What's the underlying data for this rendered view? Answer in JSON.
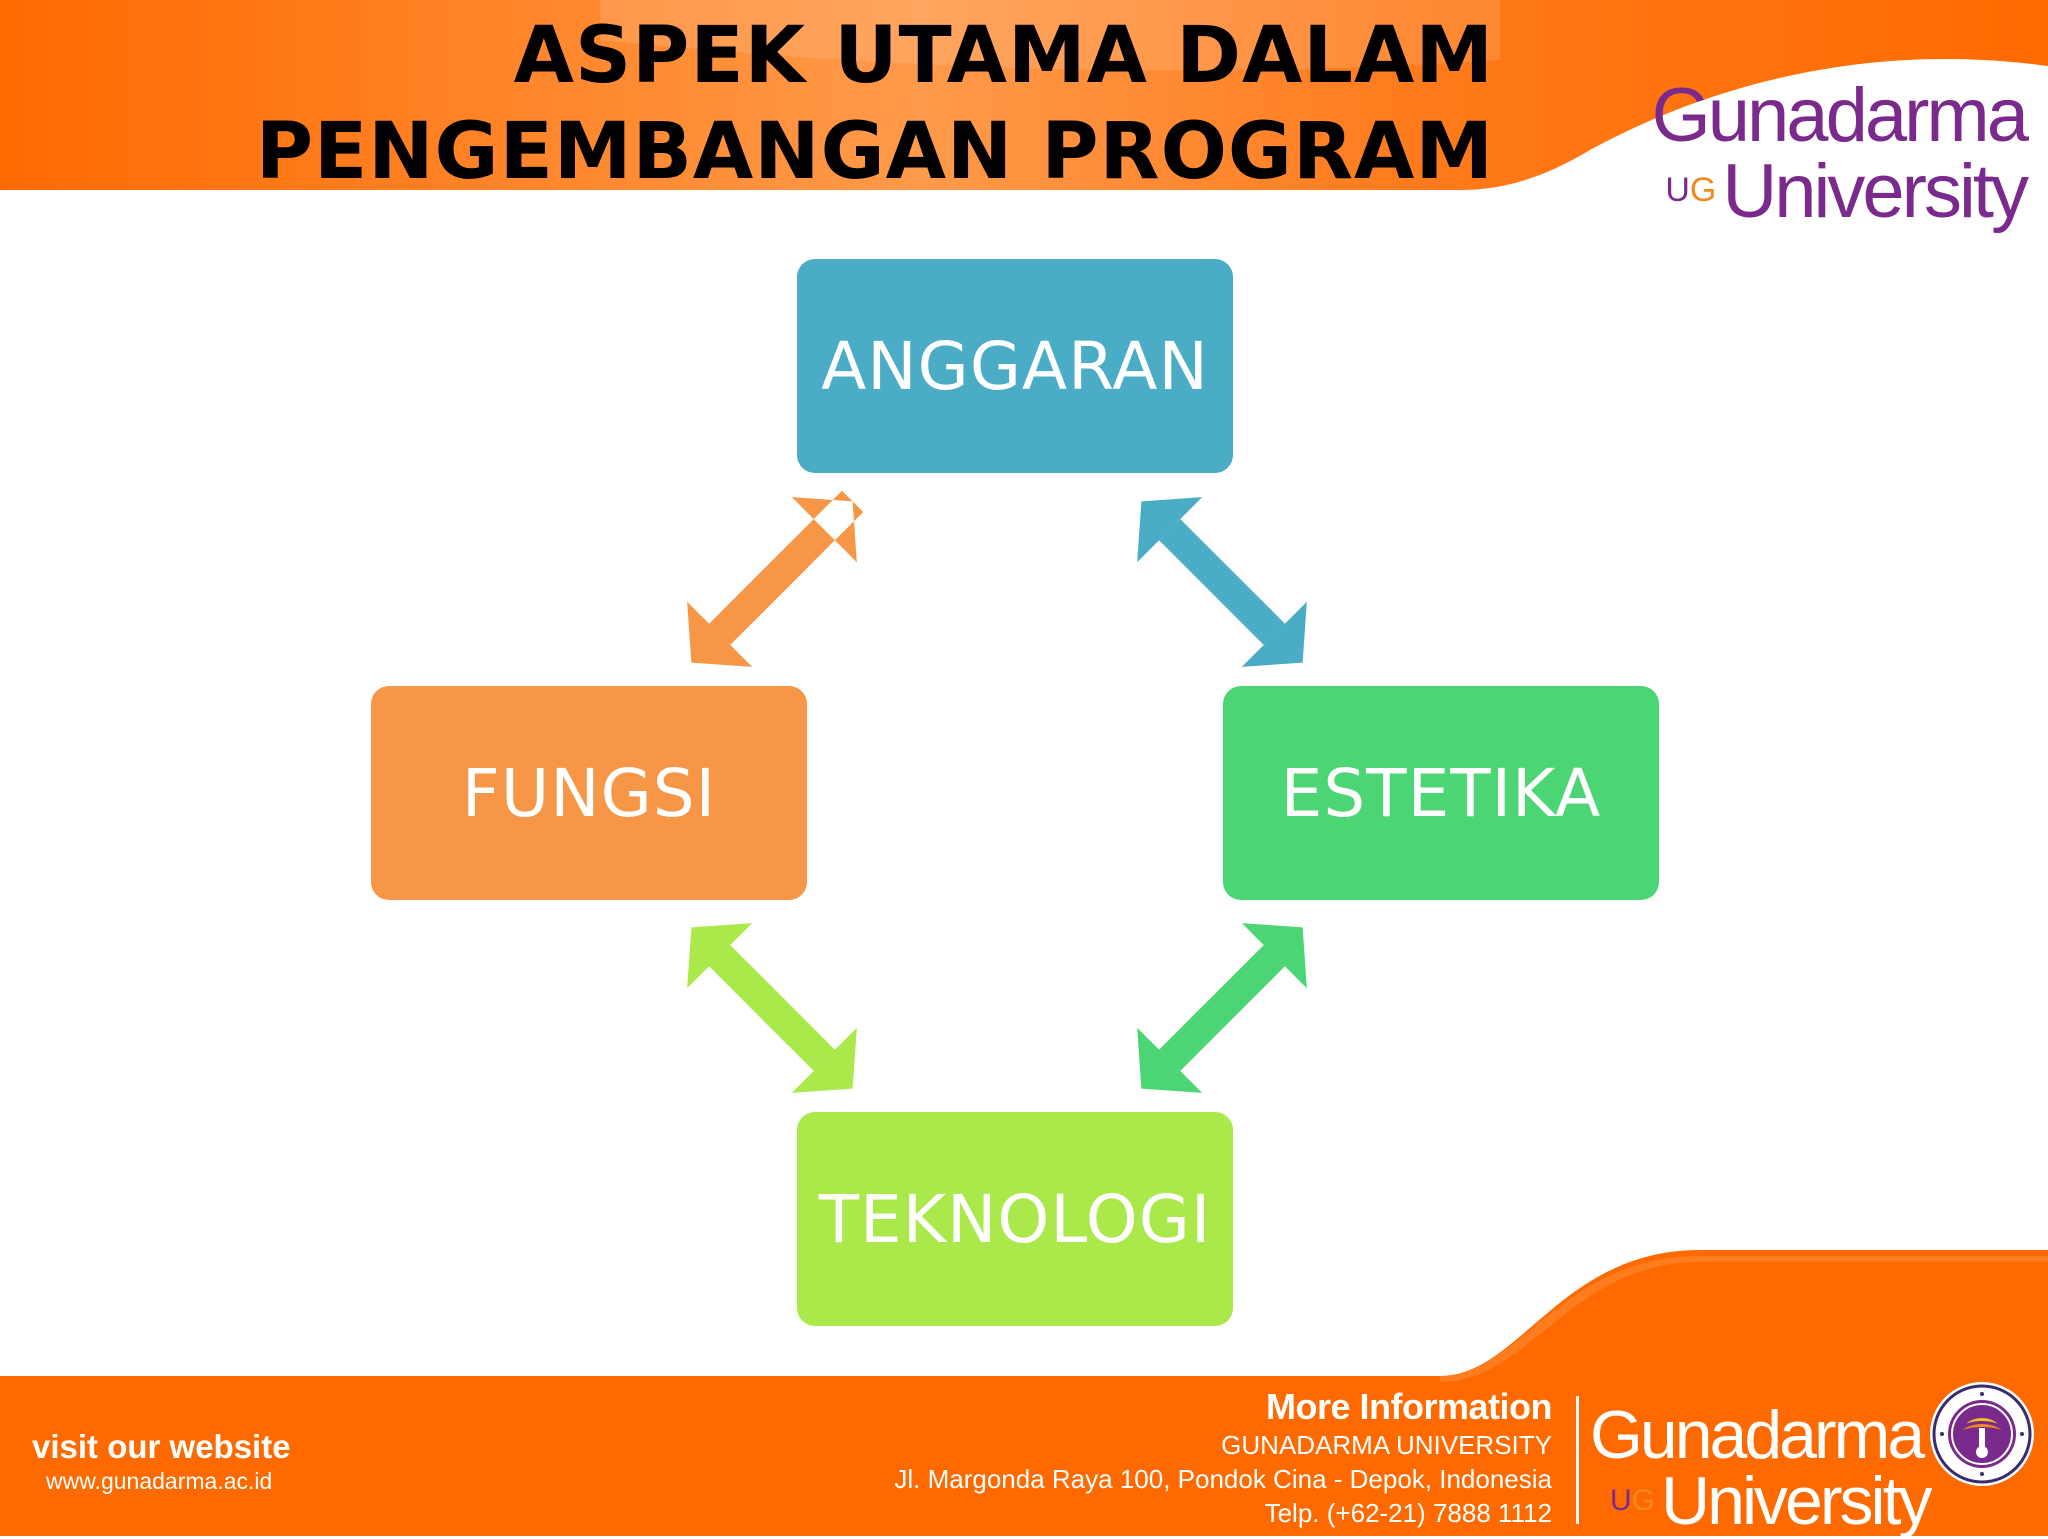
{
  "slide": {
    "title_line1": "ASPEK UTAMA DALAM",
    "title_line2": "PENGEMBANGAN PROGRAM"
  },
  "logo": {
    "line1": "Gunadarma",
    "ug_u": "U",
    "ug_g": "G",
    "line2": "University"
  },
  "diagram": {
    "nodes": {
      "top": "ANGGARAN",
      "left": "FUNGSI",
      "right": "ESTETIKA",
      "bottom": "TEKNOLOGI"
    },
    "colors": {
      "top": "#4bacc6",
      "left": "#f79646",
      "right": "#4cd574",
      "bottom": "#abe84a",
      "header_orange": "#ff7a1a"
    }
  },
  "footer": {
    "visit_label": "visit our website",
    "website": "www.gunadarma.ac.id",
    "more_info": "More Information",
    "university": "GUNADARMA UNIVERSITY",
    "address": "Jl. Margonda Raya 100, Pondok Cina - Depok, Indonesia",
    "phone": "Telp. (+62-21) 7888 1112"
  }
}
